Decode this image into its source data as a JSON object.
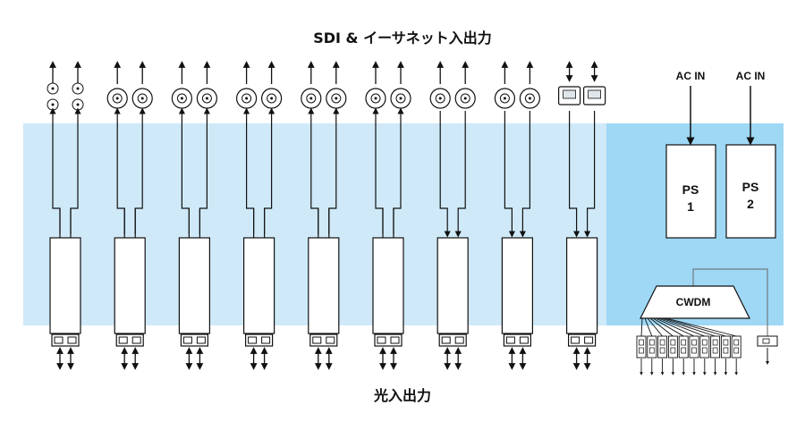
{
  "title_top": "SDI & イーサネット入出力",
  "title_bottom": "光入出力",
  "power": {
    "ac_in_1": "AC IN",
    "ac_in_2": "AC IN",
    "ps1_line1": "PS",
    "ps1_line2": "1",
    "ps2_line1": "PS",
    "ps2_line2": "2"
  },
  "cwdm": {
    "label": "CWDM"
  },
  "colors": {
    "main_panel": "#cfe9f8",
    "power_panel": "#9ed8f5",
    "line": "#111111"
  },
  "io_modules": [
    {
      "port_type": "bnc-small",
      "direction": "output"
    },
    {
      "port_type": "bnc",
      "direction": "output"
    },
    {
      "port_type": "bnc",
      "direction": "output"
    },
    {
      "port_type": "bnc",
      "direction": "output"
    },
    {
      "port_type": "bnc",
      "direction": "output"
    },
    {
      "port_type": "bnc",
      "direction": "output"
    },
    {
      "port_type": "bnc",
      "direction": "input"
    },
    {
      "port_type": "bnc",
      "direction": "input"
    },
    {
      "port_type": "rj45",
      "direction": "bidirectional"
    }
  ],
  "cwdm_fiber_ports": 10
}
